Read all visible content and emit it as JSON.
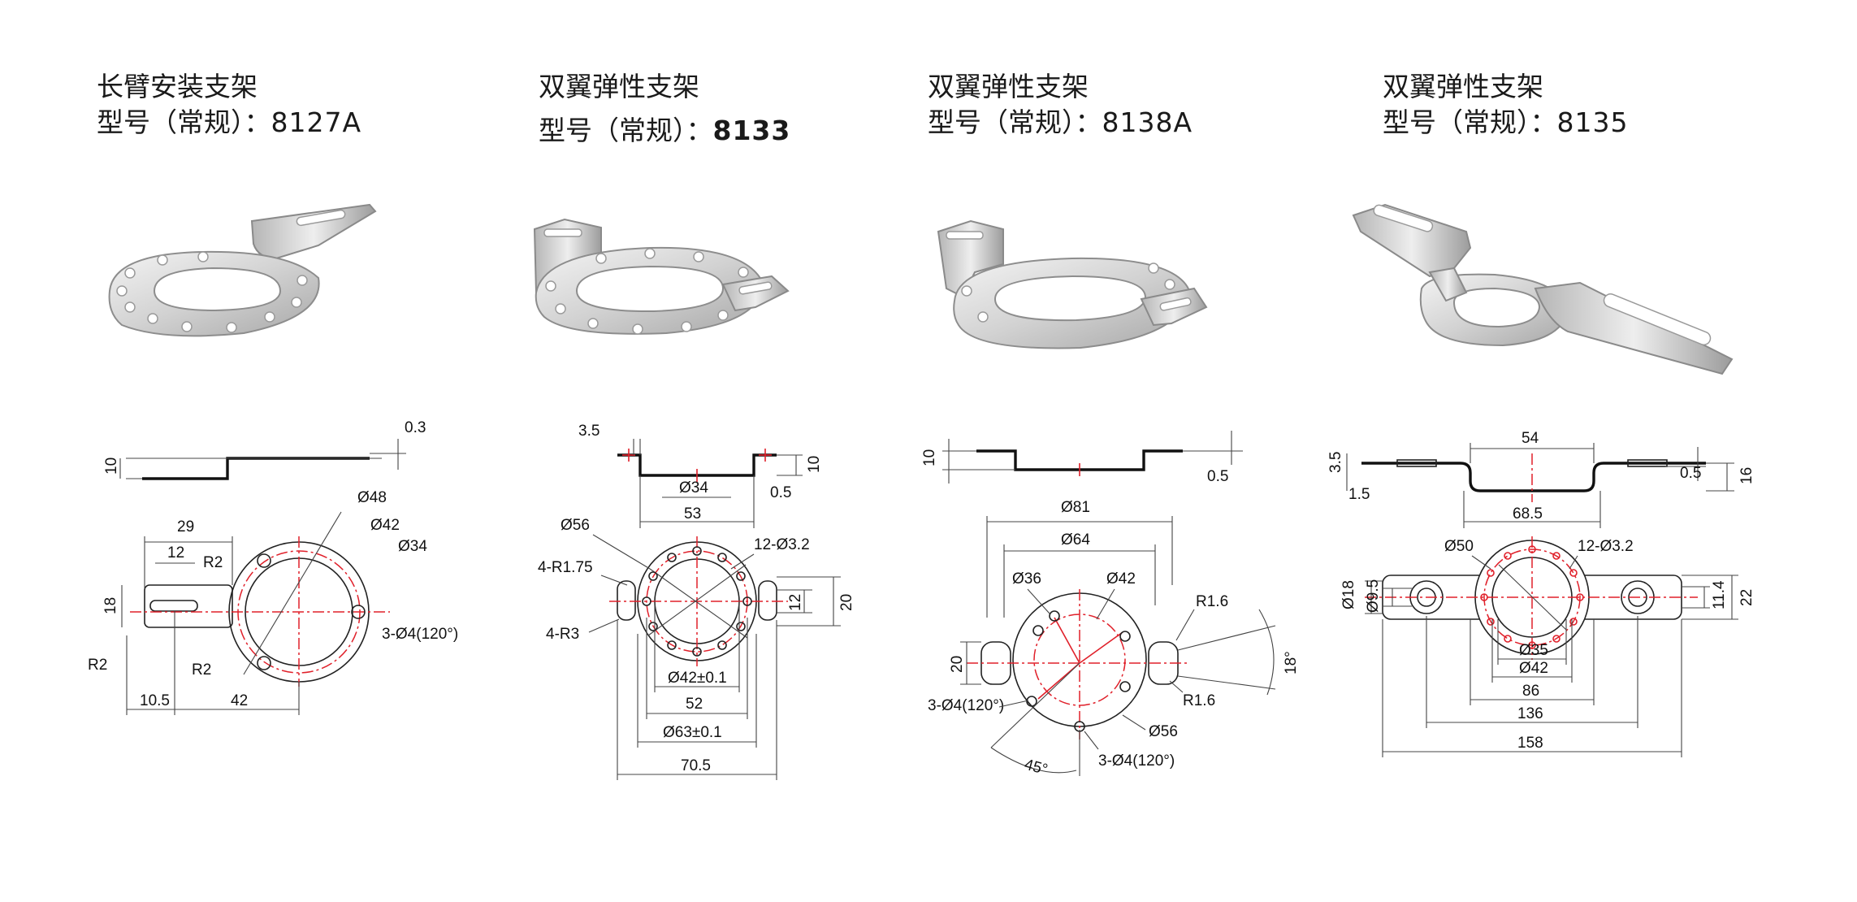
{
  "products": [
    {
      "name": "长臂安装支架",
      "model_prefix": "型号（常规）：",
      "model_number": "8127A",
      "dimensions": [
        "0.3",
        "10",
        "Ø48",
        "29",
        "Ø42",
        "12",
        "R2",
        "Ø34",
        "18",
        "3-Ø4(120°)",
        "R2",
        "R2",
        "10.5",
        "42"
      ]
    },
    {
      "name": "双翼弹性支架",
      "model_prefix": "型号（常规）：",
      "model_number": "8133",
      "dimensions": [
        "3.5",
        "10",
        "Ø34",
        "0.5",
        "53",
        "Ø56",
        "12-Ø3.2",
        "4-R1.75",
        "12",
        "20",
        "4-R3",
        "Ø42±0.1",
        "52",
        "Ø63±0.1",
        "70.5"
      ]
    },
    {
      "name": "双翼弹性支架",
      "model_prefix": "型号（常规）：",
      "model_number": "8138A",
      "dimensions": [
        "10",
        "0.5",
        "Ø81",
        "Ø64",
        "Ø36",
        "Ø42",
        "R1.6",
        "20",
        "18°",
        "R1.6",
        "3-Ø4(120°)",
        "Ø56",
        "45°",
        "3-Ø4(120°)"
      ]
    },
    {
      "name": "双翼弹性支架",
      "model_prefix": "型号（常规）：",
      "model_number": "8135",
      "dimensions": [
        "54",
        "3.5",
        "1.5",
        "0.5",
        "16",
        "68.5",
        "Ø50",
        "12-Ø3.2",
        "Ø18",
        "Ø9.5",
        "11.4",
        "22",
        "Ø35",
        "Ø42",
        "86",
        "136",
        "158"
      ]
    }
  ],
  "colors": {
    "centerline": "#e0202a",
    "line": "#222222",
    "metal_light": "#f2f2f2",
    "metal_dark": "#a9a9a9"
  }
}
